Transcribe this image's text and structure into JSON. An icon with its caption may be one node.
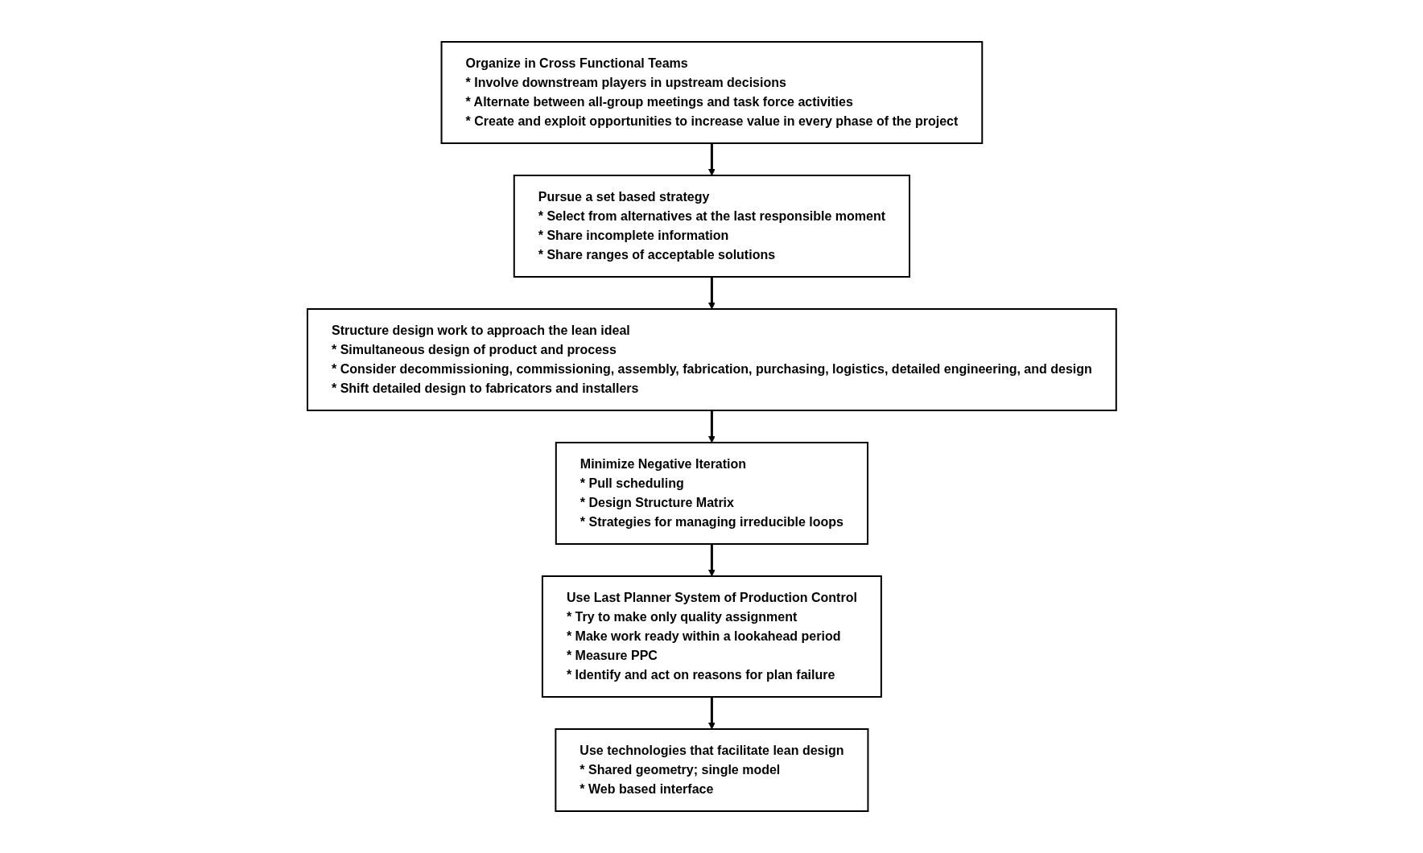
{
  "diagram": {
    "nodes": [
      {
        "text": [
          "Organize in Cross Functional Teams",
          "* Involve downstream players in upstream decisions",
          "* Alternate between all-group meetings and task force activities",
          "* Create and exploit opportunities to increase value in every phase of the project"
        ]
      },
      {
        "text": [
          "Pursue a set based strategy",
          "* Select from alternatives at the last responsible moment",
          "* Share incomplete information",
          "* Share ranges of acceptable solutions"
        ]
      },
      {
        "text": [
          "Structure design work to approach the lean ideal",
          "* Simultaneous design of product and process",
          "* Consider decommissioning, commissioning, assembly, fabrication, purchasing, logistics, detailed engineering, and design",
          "* Shift detailed design to fabricators and installers"
        ]
      },
      {
        "text": [
          "Minimize Negative Iteration",
          "* Pull scheduling",
          "* Design Structure Matrix",
          "* Strategies for managing irreducible loops"
        ]
      },
      {
        "text": [
          "Use Last Planner System of Production Control",
          "* Try to make only quality assignment",
          "* Make work ready within a lookahead period",
          "* Measure PPC",
          "* Identify and act on reasons for plan failure"
        ]
      },
      {
        "text": [
          "Use technologies that facilitate lean design",
          "* Shared geometry; single model",
          "* Web based interface"
        ]
      }
    ],
    "edges": [
      {
        "from": 0,
        "to": 1,
        "arrow": "to"
      },
      {
        "from": 1,
        "to": 2,
        "arrow": "to"
      },
      {
        "from": 2,
        "to": 3,
        "arrow": "to"
      },
      {
        "from": 3,
        "to": 4,
        "arrow": "to"
      },
      {
        "from": 4,
        "to": 5,
        "arrow": "to"
      }
    ]
  }
}
